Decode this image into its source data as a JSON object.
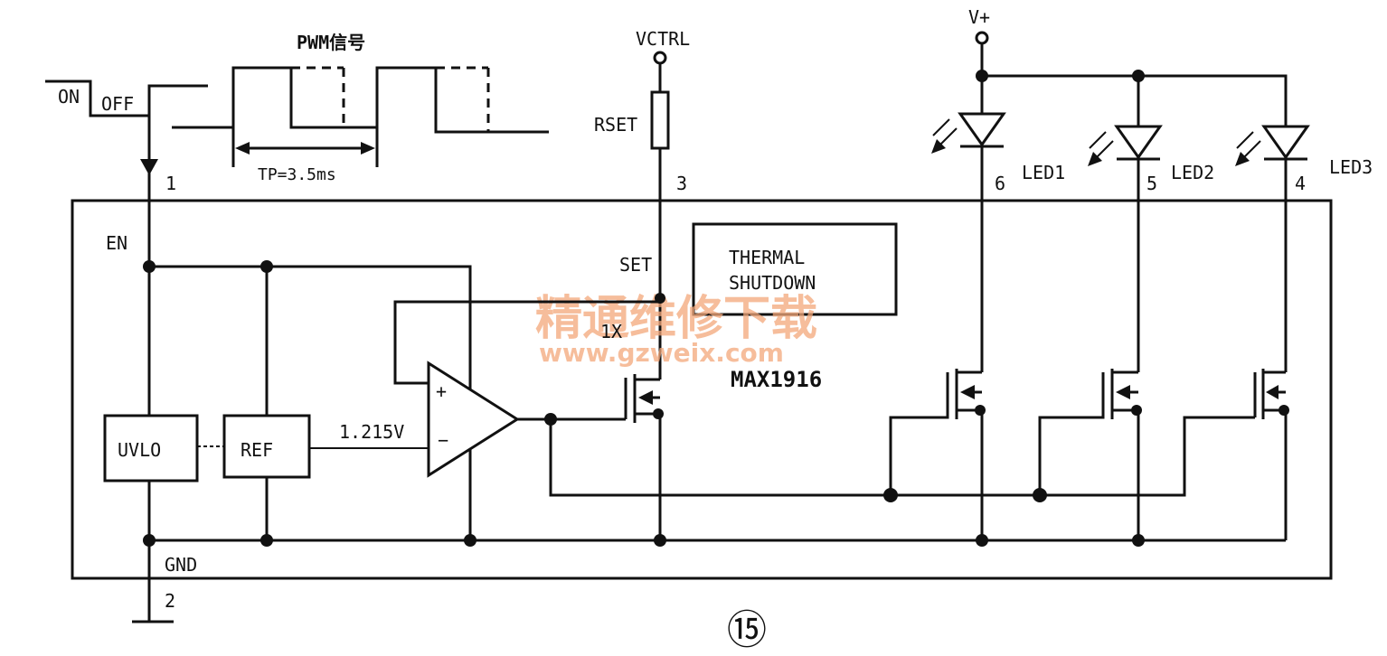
{
  "labels": {
    "on": "ON",
    "off": "OFF",
    "pwm": "PWM信号",
    "tp": "TP=3.5ms",
    "vctrl": "VCTRL",
    "rset": "RSET",
    "vplus": "V+",
    "pin1": "1",
    "pin2": "2",
    "pin3": "3",
    "pin4": "4",
    "pin5": "5",
    "pin6": "6",
    "led1": "LED1",
    "led2": "LED2",
    "led3": "LED3",
    "en": "EN",
    "set": "SET",
    "gnd": "GND",
    "thermal_line1": "THERMAL",
    "thermal_line2": "SHUTDOWN",
    "gain": "1X",
    "chip": "MAX1916",
    "uvlo": "UVLO",
    "ref": "REF",
    "vref": "1.215V",
    "plus": "+",
    "minus": "−",
    "figure_number": "⑮"
  },
  "watermark": {
    "title": "精通维修下载",
    "url": "www.gzweix.com"
  },
  "colors": {
    "ink": "#111111",
    "watermark": "#f3a77a"
  }
}
